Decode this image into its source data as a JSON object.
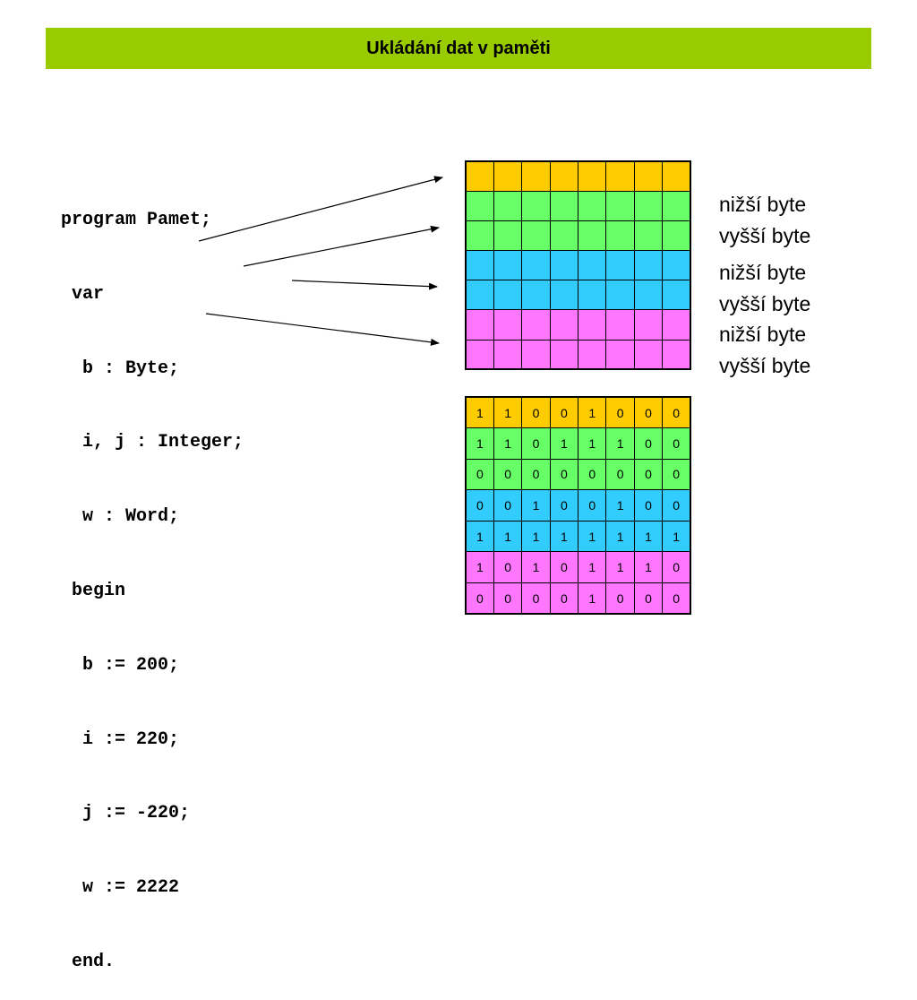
{
  "slide": {
    "title": "Ukládání dat v paměti"
  },
  "code": {
    "lines": [
      "program Pamet;",
      " var",
      "  b : Byte;",
      "  i, j : Integer;",
      "  w : Word;",
      " begin",
      "  b := 200;",
      "  i := 220;",
      "  j := -220;",
      "  w := 2222",
      " end."
    ]
  },
  "memory": {
    "row_colors": [
      "#ffcc00",
      "#66ff66",
      "#66ff66",
      "#33ccff",
      "#33ccff",
      "#ff77ff",
      "#ff77ff"
    ],
    "columns": 8,
    "byte_labels": [
      "nižší byte",
      "vyšší byte",
      "nižší byte",
      "vyšší byte",
      "nižší byte",
      "vyšší byte"
    ],
    "bits": [
      [
        "1",
        "1",
        "0",
        "0",
        "1",
        "0",
        "0",
        "0"
      ],
      [
        "1",
        "1",
        "0",
        "1",
        "1",
        "1",
        "0",
        "0"
      ],
      [
        "0",
        "0",
        "0",
        "0",
        "0",
        "0",
        "0",
        "0"
      ],
      [
        "0",
        "0",
        "1",
        "0",
        "0",
        "1",
        "0",
        "0"
      ],
      [
        "1",
        "1",
        "1",
        "1",
        "1",
        "1",
        "1",
        "1"
      ],
      [
        "1",
        "0",
        "1",
        "0",
        "1",
        "1",
        "1",
        "0"
      ],
      [
        "0",
        "0",
        "0",
        "0",
        "1",
        "0",
        "0",
        "0"
      ]
    ]
  }
}
